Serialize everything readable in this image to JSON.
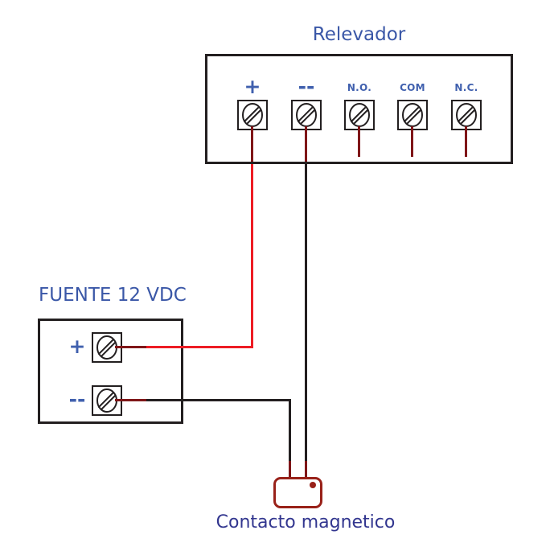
{
  "diagram": {
    "relay": {
      "title": "Relevador",
      "terminals": [
        {
          "label": "+"
        },
        {
          "label": "--"
        },
        {
          "label": "N.O."
        },
        {
          "label": "COM"
        },
        {
          "label": "N.C."
        }
      ]
    },
    "power_supply": {
      "title": "FUENTE 12 VDC",
      "terminals": [
        {
          "label": "+"
        },
        {
          "label": "--"
        }
      ]
    },
    "magnetic_contact": {
      "caption": "Contacto magnetico"
    },
    "colors": {
      "outline": "#231f20",
      "wire_black": "#231f20",
      "wire_red": "#ed1c24",
      "wire_dark_red": "#7f1618",
      "contact_outline": "#992119",
      "label_blue": "#4060ae",
      "title_blue": "#3a57a7",
      "caption_blue": "#32368f"
    }
  }
}
